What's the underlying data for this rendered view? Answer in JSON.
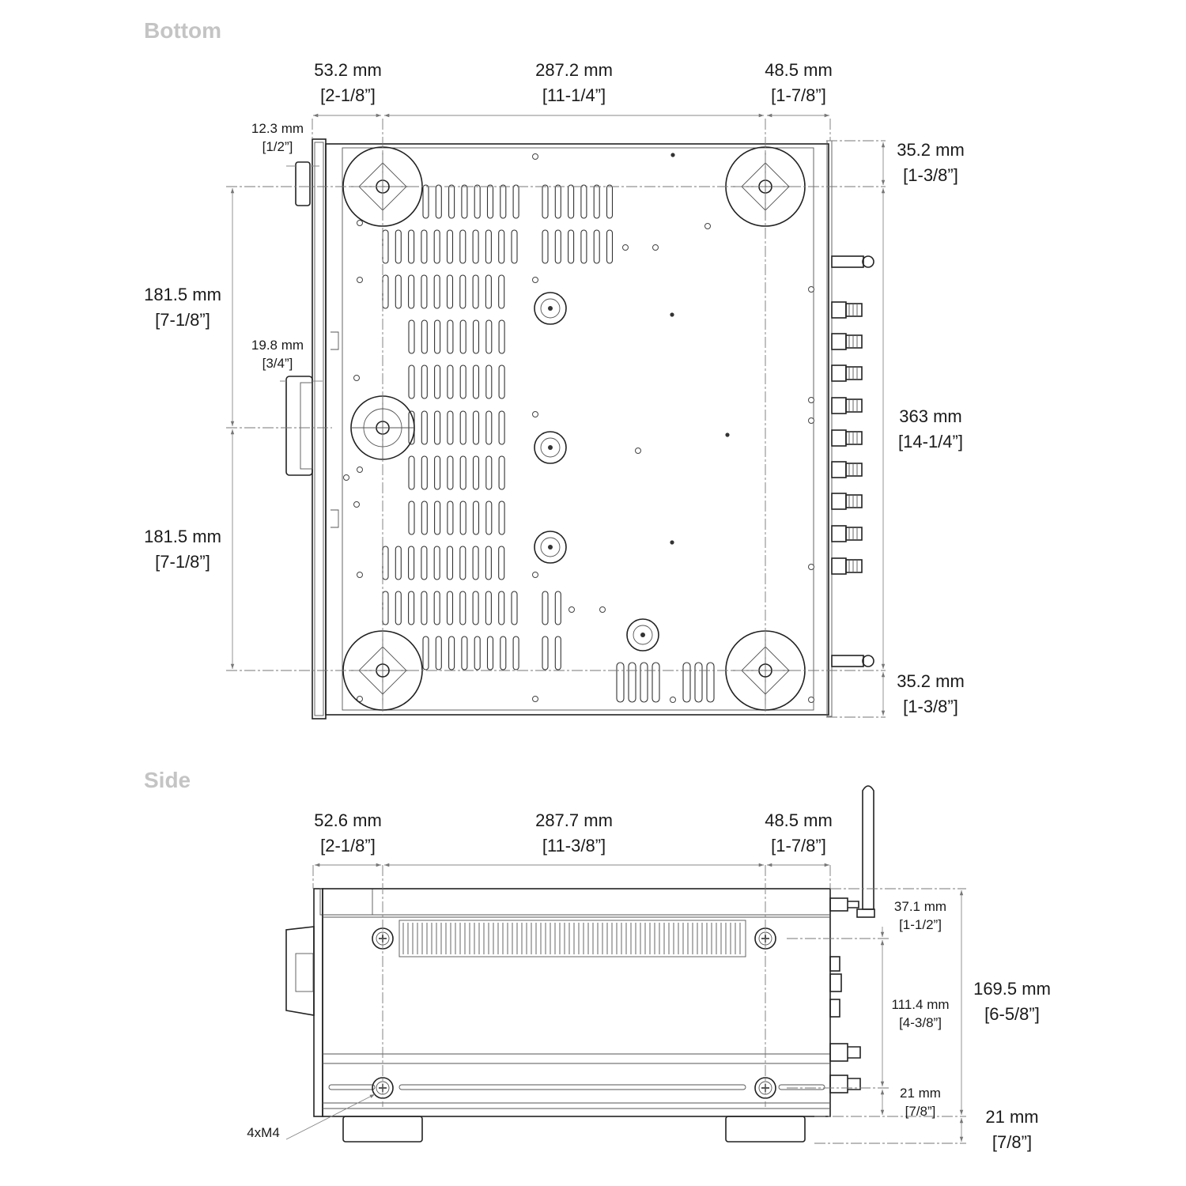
{
  "views": {
    "bottom": {
      "title": "Bottom",
      "dims": {
        "front_offset": [
          "53.2 mm",
          "[2-1/8”]"
        ],
        "foot_spacing": [
          "287.2 mm",
          "[11-1/4”]"
        ],
        "rear_offset": [
          "48.5 mm",
          "[1-7/8”]"
        ],
        "knob_small": [
          "12.3 mm",
          "[1/2”]"
        ],
        "knob_large": [
          "19.8 mm",
          "[3/4”]"
        ],
        "left_upper": [
          "181.5 mm",
          "[7-1/8”]"
        ],
        "left_lower": [
          "181.5 mm",
          "[7-1/8”]"
        ],
        "right_top": [
          "35.2 mm",
          "[1-3/8”]"
        ],
        "depth": [
          "363 mm",
          "[14-1/4”]"
        ],
        "right_bottom": [
          "35.2 mm",
          "[1-3/8”]"
        ]
      }
    },
    "side": {
      "title": "Side",
      "dims": {
        "front_offset": [
          "52.6 mm",
          "[2-1/8”]"
        ],
        "foot_spacing": [
          "287.7 mm",
          "[11-3/8”]"
        ],
        "rear_offset": [
          "48.5 mm",
          "[1-7/8”]"
        ],
        "top_to_screw": [
          "37.1 mm",
          "[1-1/2”]"
        ],
        "screw_spacing": [
          "111.4 mm",
          "[4-3/8”]"
        ],
        "screw_to_bottom": [
          "21 mm",
          "[7/8”]"
        ],
        "total_height": [
          "169.5 mm",
          "[6-5/8”]"
        ],
        "foot_height": [
          "21 mm",
          "[7/8”]"
        ],
        "screw_label": "4xM4"
      }
    }
  }
}
